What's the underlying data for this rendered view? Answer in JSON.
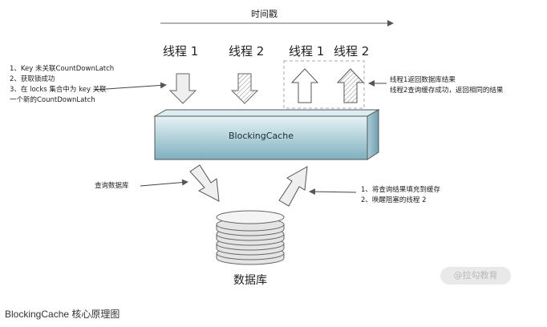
{
  "timeline": {
    "label": "时间戳"
  },
  "threads": {
    "request_1": "线程 1",
    "request_2": "线程 2",
    "return_1": "线程 1",
    "return_2": "线程 2"
  },
  "notes": {
    "left_top": [
      "1、Key 未关联CountDownLatch",
      "2、获取锁成功",
      "3、在 locks 集合中为 key 关联",
      "    一个新的CountDownLatch"
    ],
    "right_top": [
      "线程1返回数据库结果",
      "线程2查询缓存成功，返回相同的结果"
    ],
    "left_mid": "查询数据库",
    "right_mid": [
      "1、将查询结果填充到缓存",
      "2、唤醒阻塞的线程 2"
    ]
  },
  "cache": {
    "label": "BlockingCache"
  },
  "database": {
    "label": "数据库"
  },
  "watermark": "@拉勾教育",
  "caption": "BlockingCache 核心原理图",
  "colors": {
    "cache_top": "#dceef2",
    "cache_front_light": "#d7eaf0",
    "cache_front_dark": "#7fb0c0",
    "database_fill": "#e6e6e6",
    "arrow_fill": "#ededed",
    "stroke": "#555555"
  }
}
